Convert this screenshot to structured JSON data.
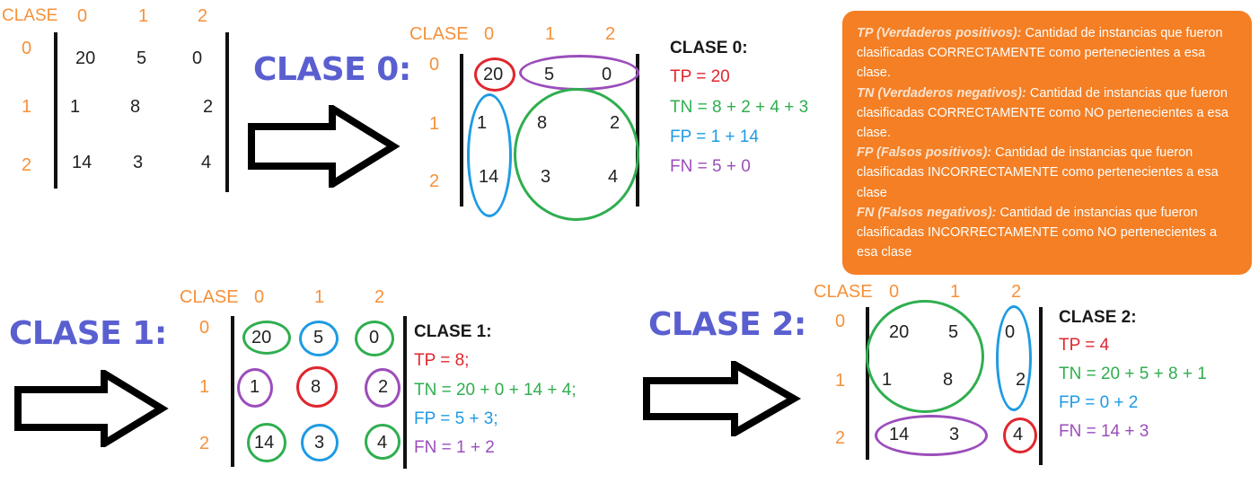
{
  "matrix": {
    "header_label": "CLASE",
    "col_labels": [
      "0",
      "1",
      "2"
    ],
    "row_labels": [
      "0",
      "1",
      "2"
    ],
    "values": [
      [
        "20",
        "5",
        "0"
      ],
      [
        "1",
        "8",
        "2"
      ],
      [
        "14",
        "3",
        "4"
      ]
    ]
  },
  "titles": {
    "clase0": "CLASE 0:",
    "clase1": "CLASE 1:",
    "clase2": "CLASE 2:"
  },
  "results": {
    "clase0": {
      "title": "CLASE 0:",
      "tp": "TP = 20",
      "tn": "TN = 8 + 2 + 4 + 3",
      "fp": "FP = 1 + 14",
      "fn": "FN = 5 + 0"
    },
    "clase1": {
      "title": "CLASE 1:",
      "tp": "TP = 8;",
      "tn": "TN = 20 + 0 + 14 + 4;",
      "fp": "FP = 5 + 3;",
      "fn": "FN = 1 + 2"
    },
    "clase2": {
      "title": "CLASE 2:",
      "tp": "TP = 4",
      "tn": "TN = 20 + 5 + 8 + 1",
      "fp": "FP = 0 + 2",
      "fn": "FN = 14 + 3"
    }
  },
  "definitions": [
    {
      "term": "TP (Verdaderos positivos):",
      "desc": " Cantidad de instancias que fueron clasificadas CORRECTAMENTE como pertenecientes a esa clase."
    },
    {
      "term": "TN (Verdaderos negativos):",
      "desc": " Cantidad de instancias que fueron clasificadas CORRECTAMENTE como NO pertenecientes a esa clase."
    },
    {
      "term": "FP (Falsos positivos):",
      "desc": " Cantidad de instancias que fueron clasificadas INCORRECTAMENTE como pertenecientes a esa clase"
    },
    {
      "term": "FN (Falsos negativos):",
      "desc": " Cantidad de instancias que fueron clasificadas INCORRECTAMENTE como NO pertenecientes a esa clase"
    }
  ],
  "colors": {
    "tp": "#e0262e",
    "tn": "#2fae4f",
    "fp": "#1e9be3",
    "fn": "#9b4dbb",
    "labels": "#f5913a",
    "title": "#5a5fd0",
    "box": "#f47f24"
  }
}
